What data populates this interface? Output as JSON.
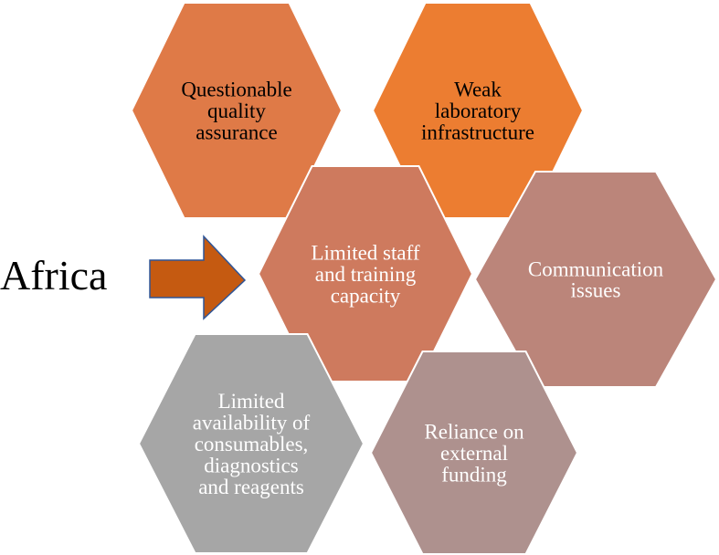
{
  "label": "Africa",
  "hexagons": [
    {
      "id": "quality",
      "lines": [
        "Questionable",
        "quality",
        "assurance"
      ],
      "fill": "#DF7A47",
      "text_color": "#000000"
    },
    {
      "id": "infrastructure",
      "lines": [
        "Weak",
        "laboratory",
        "infrastructure"
      ],
      "fill": "#EC7D31",
      "text_color": "#000000"
    },
    {
      "id": "staff",
      "lines": [
        "Limited staff",
        "and training",
        "capacity"
      ],
      "fill": "#CE7A5E",
      "text_color": "#ffffff"
    },
    {
      "id": "communication",
      "lines": [
        "Communication",
        "issues"
      ],
      "fill": "#BB857A",
      "text_color": "#ffffff"
    },
    {
      "id": "consumables",
      "lines": [
        "Limited",
        "availability of",
        "consumables,",
        "diagnostics",
        "and reagents"
      ],
      "fill": "#A6A6A6",
      "text_color": "#ffffff"
    },
    {
      "id": "funding",
      "lines": [
        "Reliance on",
        "external",
        "funding"
      ],
      "fill": "#AE918E",
      "text_color": "#ffffff"
    }
  ],
  "arrow": {
    "fill": "#C55A11",
    "stroke": "#2F5597"
  }
}
